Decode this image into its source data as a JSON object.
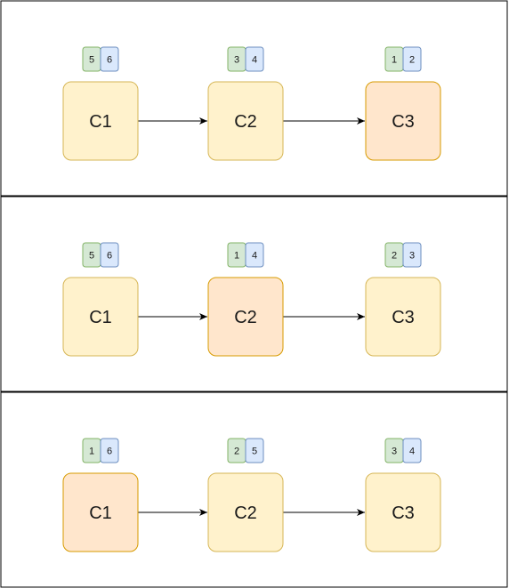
{
  "colors": {
    "panel_border": "#000000",
    "node_fill": "#fff2cc",
    "node_stroke": "#d6b656",
    "node_active_fill": "#ffe6cc",
    "node_active_stroke": "#d79b00",
    "badge_left_fill": "#d5e8d4",
    "badge_left_stroke": "#82b366",
    "badge_right_fill": "#dae8fc",
    "badge_right_stroke": "#6c8ebf",
    "edge": "#000000"
  },
  "panels": [
    {
      "nodes": [
        {
          "label": "C1",
          "active": false,
          "badges": [
            "5",
            "6"
          ]
        },
        {
          "label": "C2",
          "active": false,
          "badges": [
            "3",
            "4"
          ]
        },
        {
          "label": "C3",
          "active": true,
          "badges": [
            "1",
            "2"
          ]
        }
      ]
    },
    {
      "nodes": [
        {
          "label": "C1",
          "active": false,
          "badges": [
            "5",
            "6"
          ]
        },
        {
          "label": "C2",
          "active": true,
          "badges": [
            "1",
            "4"
          ]
        },
        {
          "label": "C3",
          "active": false,
          "badges": [
            "2",
            "3"
          ]
        }
      ]
    },
    {
      "nodes": [
        {
          "label": "C1",
          "active": true,
          "badges": [
            "1",
            "6"
          ]
        },
        {
          "label": "C2",
          "active": false,
          "badges": [
            "2",
            "5"
          ]
        },
        {
          "label": "C3",
          "active": false,
          "badges": [
            "3",
            "4"
          ]
        }
      ]
    }
  ]
}
